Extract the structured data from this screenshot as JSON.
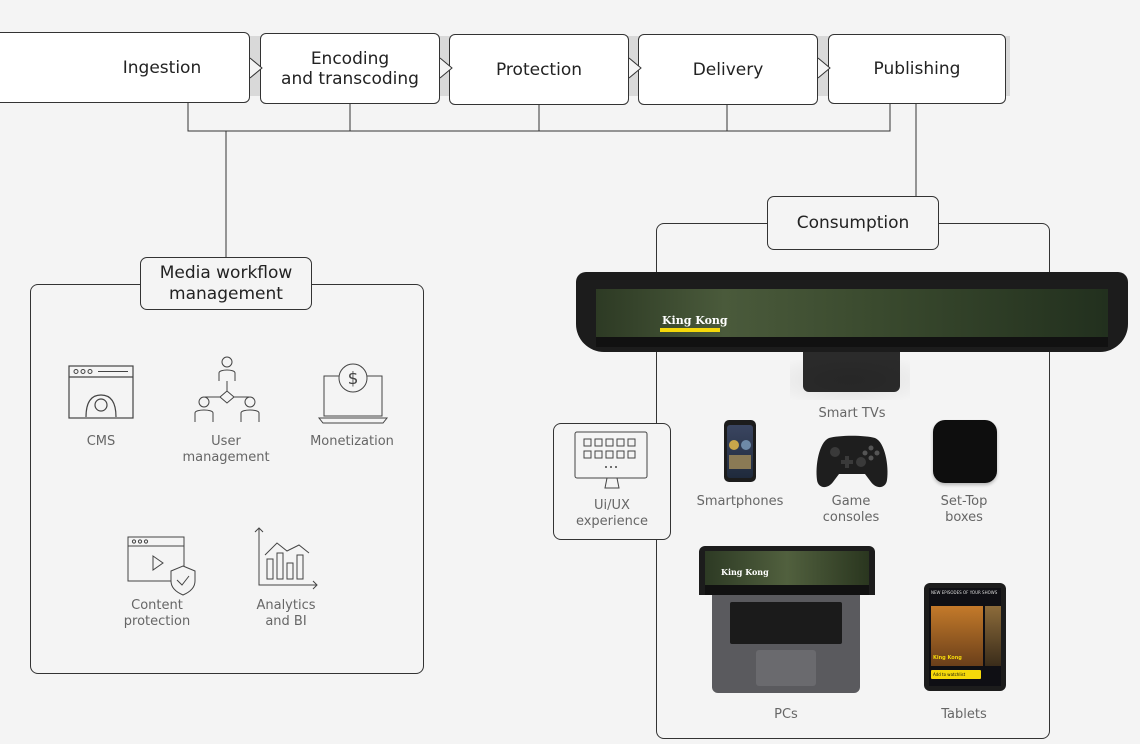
{
  "pipeline": {
    "stages": [
      {
        "id": "ingestion",
        "label": "Ingestion"
      },
      {
        "id": "encoding",
        "label": "Encoding\nand transcoding"
      },
      {
        "id": "protection",
        "label": "Protection"
      },
      {
        "id": "delivery",
        "label": "Delivery"
      },
      {
        "id": "publishing",
        "label": "Publishing"
      }
    ]
  },
  "workflow": {
    "title": "Media workflow\nmanagement",
    "items": [
      {
        "label": "CMS",
        "icon": "cms-browser-icon"
      },
      {
        "label": "User\nmanagement",
        "icon": "user-hierarchy-icon"
      },
      {
        "label": "Monetization",
        "icon": "laptop-dollar-icon"
      },
      {
        "label": "Content\nprotection",
        "icon": "play-shield-icon"
      },
      {
        "label": "Analytics\nand BI",
        "icon": "bar-chart-icon"
      }
    ]
  },
  "consumption": {
    "title": "Consumption",
    "uiux": {
      "label": "Ui/UX\nexperience",
      "icon": "monitor-grid-icon"
    },
    "devices": [
      {
        "label": "Smart TVs",
        "icon": "smart-tv-icon"
      },
      {
        "label": "Smartphones",
        "icon": "smartphone-icon"
      },
      {
        "label": "Game\nconsoles",
        "icon": "gamepad-icon"
      },
      {
        "label": "Set-Top\nboxes",
        "icon": "set-top-box-icon"
      },
      {
        "label": "PCs",
        "icon": "laptop-icon"
      },
      {
        "label": "Tablets",
        "icon": "tablet-icon"
      }
    ],
    "screen_text": {
      "show_title": "King Kong",
      "tablet_header": "NEW EPISODES OF YOUR SHOWS",
      "tablet_button": "Add to watchlist"
    }
  },
  "colors": {
    "background": "#f4f4f4",
    "border": "#333333",
    "accent_yellow": "#f5d90a",
    "device_dark": "#1e1e1e"
  }
}
